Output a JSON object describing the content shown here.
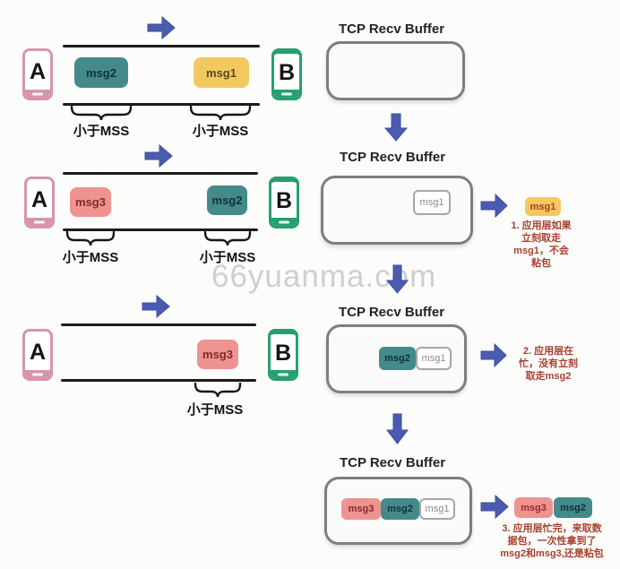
{
  "watermark": "66yuanma.com",
  "rows": [
    {
      "sender": "A",
      "receiver": "B",
      "msgs": [
        "msg2",
        "msg1"
      ],
      "labels": [
        "小于MSS",
        "小于MSS"
      ]
    },
    {
      "sender": "A",
      "receiver": "B",
      "msgs": [
        "msg3",
        "msg2"
      ],
      "labels": [
        "小于MSS",
        "小于MSS"
      ]
    },
    {
      "sender": "A",
      "receiver": "B",
      "msgs": [
        "msg3"
      ],
      "labels": [
        "小于MSS"
      ]
    }
  ],
  "steps": [
    {
      "title": "TCP Recv Buffer",
      "contents": []
    },
    {
      "title": "TCP Recv Buffer",
      "contents": [
        "msg1"
      ],
      "tags": [
        "msg1"
      ],
      "note": [
        "1. 应用层如果",
        "立刻取走",
        "msg1，不会",
        "粘包"
      ]
    },
    {
      "title": "TCP Recv Buffer",
      "contents": [
        "msg2",
        "msg1"
      ],
      "note": [
        "2. 应用层在",
        "忙，没有立刻",
        "取走msg2"
      ]
    },
    {
      "title": "TCP Recv Buffer",
      "contents": [
        "msg3",
        "msg2",
        "msg1"
      ],
      "tags": [
        "msg3",
        "msg2"
      ],
      "note": [
        "3. 应用层忙完，来取数",
        "据包，一次性拿到了",
        "msg2和msg3,还是粘包"
      ]
    }
  ],
  "colors": {
    "teal": "#458a8b",
    "yellow": "#f1c95e",
    "pink": "#ee938f",
    "arrow": "#4b5cb0"
  }
}
